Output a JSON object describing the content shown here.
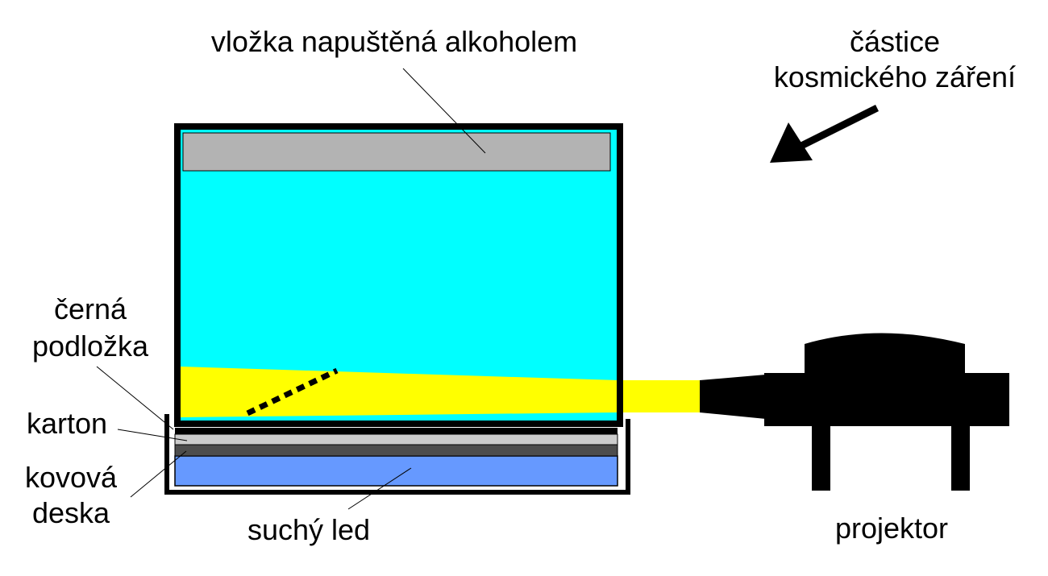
{
  "labels": {
    "insert": "vložka napuštěná alkoholem",
    "particles_line1": "částice",
    "particles_line2": "kosmického záření",
    "black_pad_line1": "černá",
    "black_pad_line2": "podložka",
    "cardboard": "karton",
    "metal_plate_line1": "kovová",
    "metal_plate_line2": "deska",
    "dry_ice": "suchý led",
    "projector": "projektor"
  },
  "colors": {
    "chamber_fill": "#00ffff",
    "insert_fill": "#b3b3b3",
    "light_beam": "#ffff00",
    "dry_ice_fill": "#6699ff",
    "cardboard_fill": "#cccccc",
    "metal_plate_fill": "#4d4d4d",
    "outline": "#000000"
  }
}
